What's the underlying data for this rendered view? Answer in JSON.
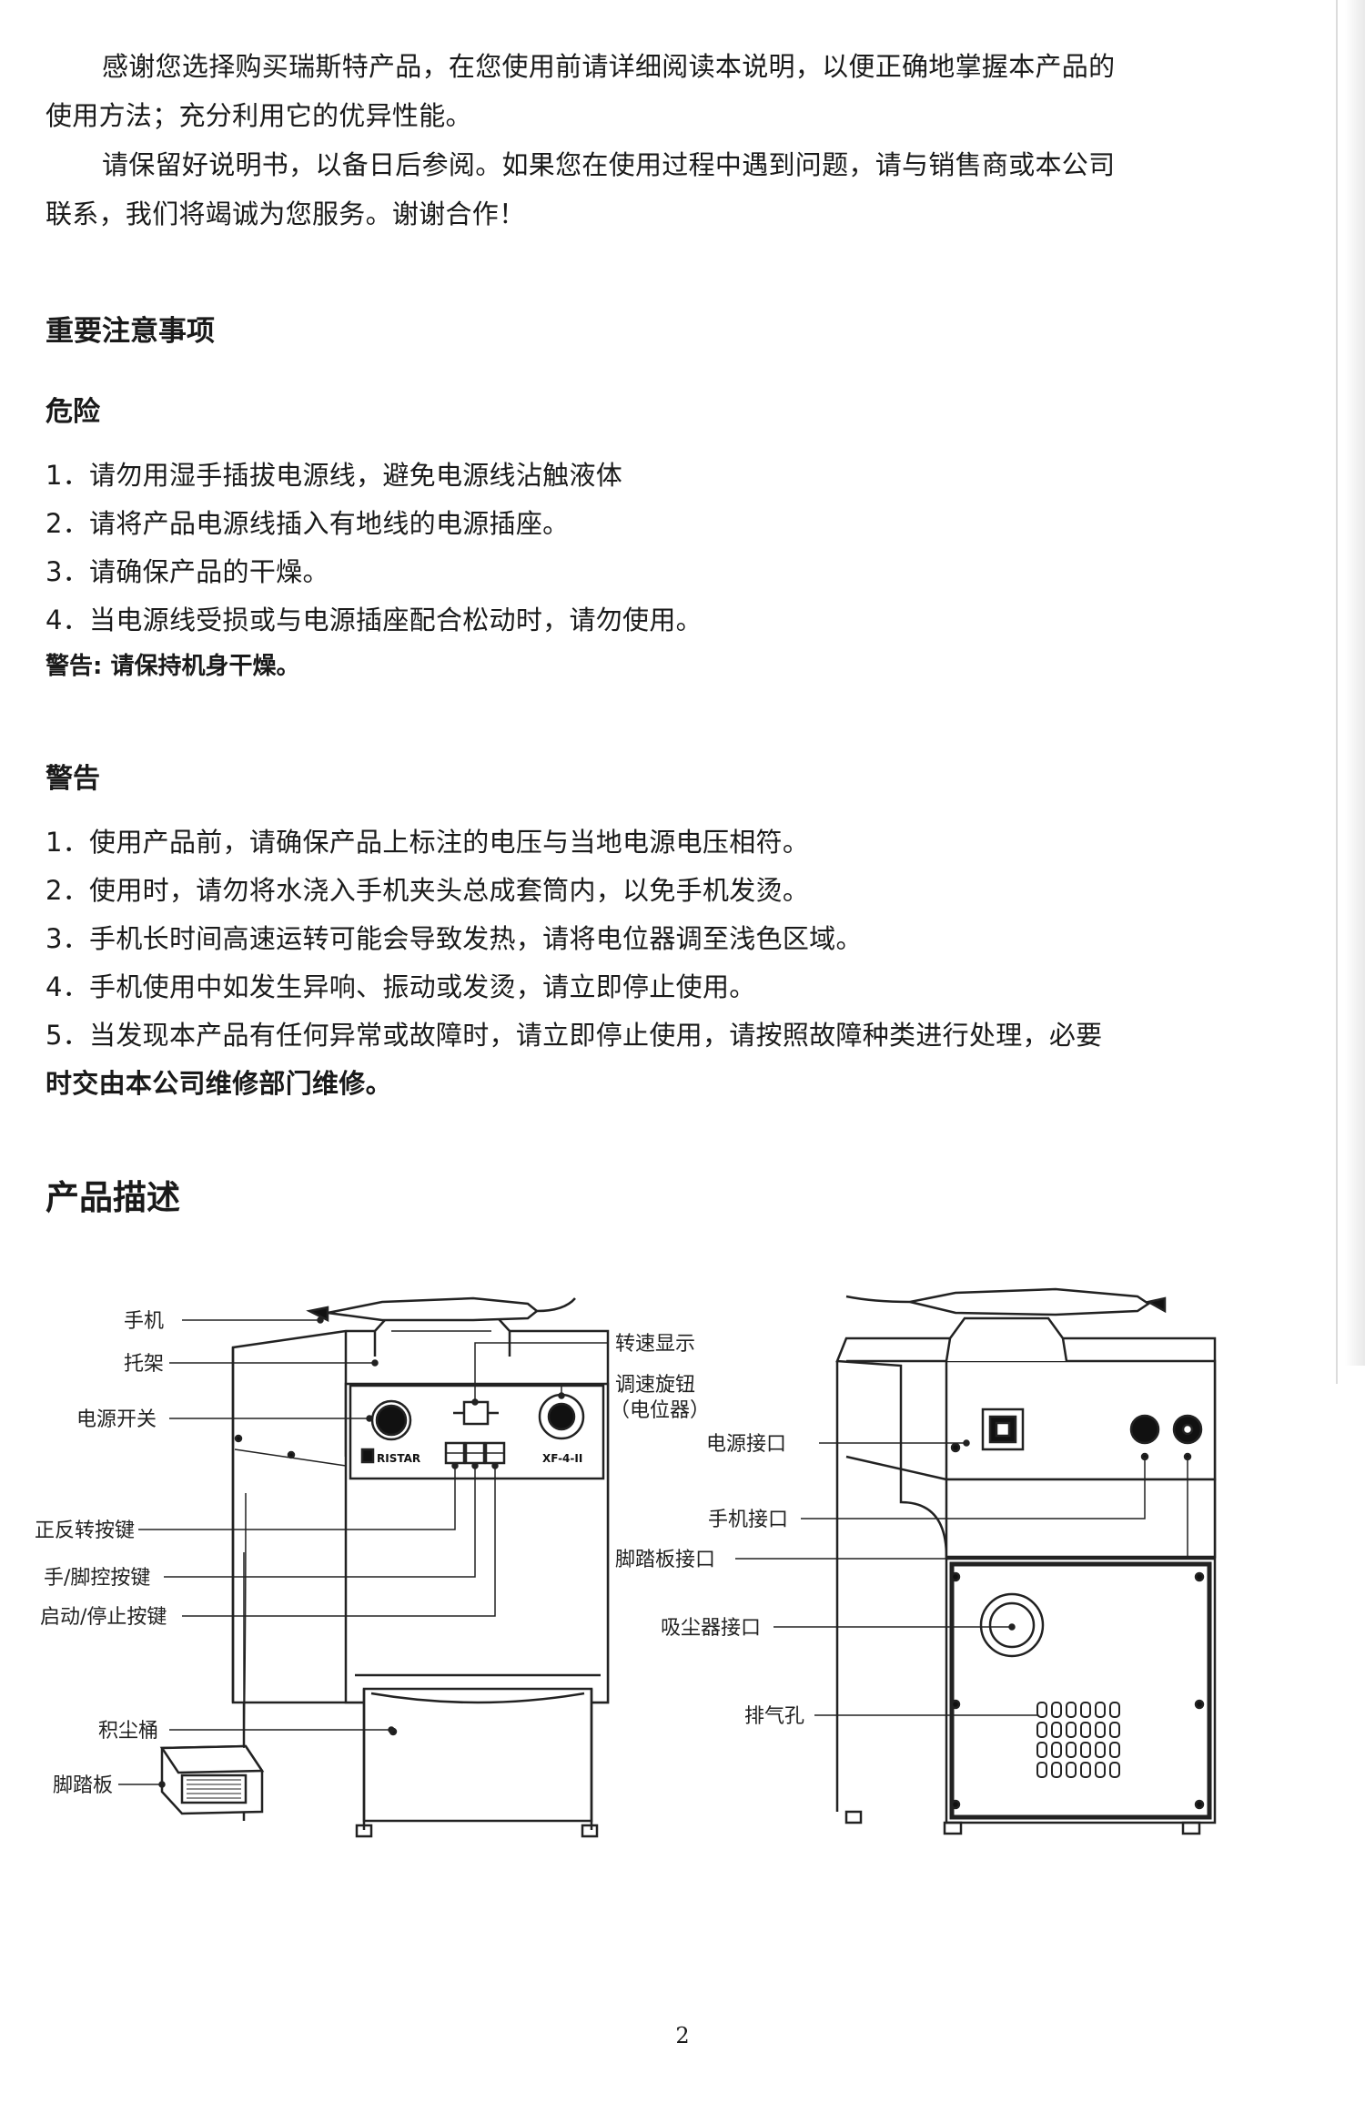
{
  "intro": {
    "para1_line1": "感谢您选择购买瑞斯特产品，在您使用前请详细阅读本说明，以便正确地掌握本产品的",
    "para1_line2": "使用方法；充分利用它的优异性能。",
    "para2_line1": "请保留好说明书，以备日后参阅。如果您在使用过程中遇到问题，请与销售商或本公司",
    "para2_line2": "联系，我们将竭诚为您服务。谢谢合作！"
  },
  "notice_heading": "重要注意事项",
  "danger": {
    "heading": "危险",
    "items": [
      "1．请勿用湿手插拔电源线，避免电源线沾触液体",
      "2．请将产品电源线插入有地线的电源插座。",
      "3．请确保产品的干燥。",
      "4．当电源线受损或与电源插座配合松动时，请勿使用。"
    ],
    "note": "警告: 请保持机身干燥。"
  },
  "warning": {
    "heading": "警告",
    "items": [
      "1．使用产品前，请确保产品上标注的电压与当地电源电压相符。",
      "2．使用时，请勿将水浇入手机夹头总成套筒内，以免手机发烫。",
      "3．手机长时间高速运转可能会导致发热，请将电位器调至浅色区域。",
      "4．手机使用中如发生异响、振动或发烫，请立即停止使用。",
      "5．当发现本产品有任何异常或故障时，请立即停止使用，请按照故障种类进行处理，必要"
    ],
    "item5_cont": "时交由本公司维修部门维修。"
  },
  "product_heading": "产品描述",
  "front_labels": {
    "handpiece": "手机",
    "holder": "托架",
    "power_switch": "电源开关",
    "fwd_rev": "正反转按键",
    "hand_foot": "手/脚控按键",
    "start_stop": "启动/停止按键",
    "dust_bin": "积尘桶",
    "foot_pedal": "脚踏板",
    "speed_display": "转速显示",
    "speed_knob_1": "调速旋钮",
    "speed_knob_2": "（电位器）"
  },
  "front_panel": {
    "brand": "RISTAR",
    "model": "XF-4-II"
  },
  "back_labels": {
    "power_port": "电源接口",
    "handpiece_port": "手机接口",
    "pedal_port": "脚踏板接口",
    "vacuum_port": "吸尘器接口",
    "exhaust": "排气孔"
  },
  "page_number": "2"
}
